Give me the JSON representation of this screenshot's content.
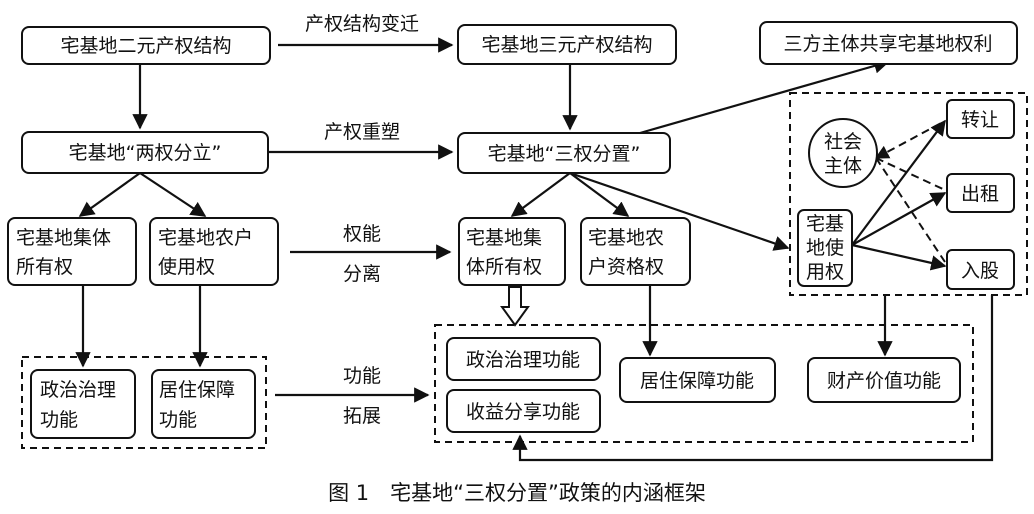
{
  "nodes": {
    "dual_structure": "宅基地二元产权结构",
    "triple_structure": "宅基地三元产权结构",
    "three_parties": "三方主体共享宅基地权利",
    "two_rights": "宅基地“两权分立”",
    "three_rights": "宅基地“三权分置”",
    "old_collective_1": "宅基地集体",
    "old_collective_2": "所有权",
    "old_farmer_1": "宅基地农户",
    "old_farmer_2": "使用权",
    "new_collective_1": "宅基地集",
    "new_collective_2": "体所有权",
    "new_qualification_1": "宅基地农",
    "new_qualification_2": "户资格权",
    "social_1": "社会",
    "social_2": "主体",
    "use_right_1": "宅基",
    "use_right_2": "地使",
    "use_right_3": "用权",
    "transfer": "转让",
    "lease": "出租",
    "share": "入股",
    "old_gov_1": "政治治理",
    "old_gov_2": "功能",
    "old_housing_1": "居住保障",
    "old_housing_2": "功能",
    "new_gov": "政治治理功能",
    "new_benefit": "收益分享功能",
    "new_housing": "居住保障功能",
    "new_property": "财产价值功能"
  },
  "edges": {
    "structure_change": "产权结构变迁",
    "reshape": "产权重塑",
    "separation_1": "权能",
    "separation_2": "分离",
    "expansion_1": "功能",
    "expansion_2": "拓展"
  },
  "caption": "图 1　宅基地“三权分置”政策的内涵框架"
}
